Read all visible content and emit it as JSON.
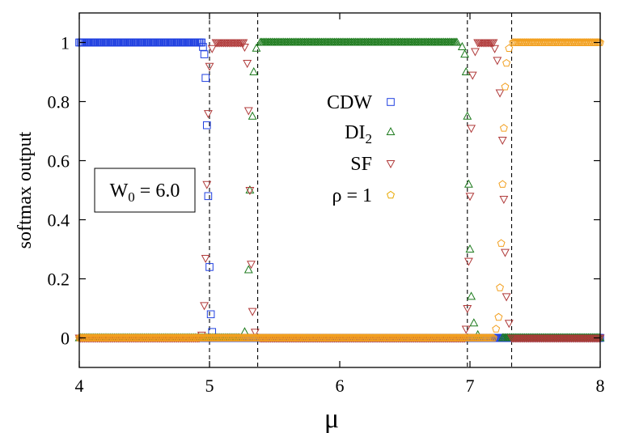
{
  "chart_data": {
    "type": "scatter",
    "xlabel": "μ",
    "ylabel": "softmax output",
    "xlim": [
      4,
      8
    ],
    "ylim": [
      -0.1,
      1.1
    ],
    "xticks": [
      "4",
      "5",
      "6",
      "7",
      "8"
    ],
    "yticks": [
      "0",
      "0.2",
      "0.4",
      "0.6",
      "0.8",
      "1"
    ],
    "grid": false,
    "legend_placement": "center",
    "annotation": {
      "base": "W",
      "sub": "0",
      "rest": " = 6.0"
    },
    "vlines": [
      5.0,
      5.37,
      6.98,
      7.32
    ],
    "series": [
      {
        "name": "CDW",
        "name_main": "CDW",
        "name_sub": "",
        "marker": "square",
        "color": "#1f3fe0",
        "legend_color": "#1f3fe0",
        "plateaus": [
          [
            4.0,
            4.94,
            1.0
          ],
          [
            4.94,
            8.0,
            0.0
          ]
        ],
        "points": [
          [
            4.95,
            0.985
          ],
          [
            4.96,
            0.96
          ],
          [
            4.97,
            0.88
          ],
          [
            4.98,
            0.72
          ],
          [
            4.99,
            0.48
          ],
          [
            5.0,
            0.24
          ],
          [
            5.01,
            0.08
          ],
          [
            5.02,
            0.02
          ]
        ]
      },
      {
        "name": "DI2",
        "name_main": "DI",
        "name_sub": "2",
        "marker": "triangle",
        "color": "#1c7a1c",
        "legend_color": "#1c7a1c",
        "plateaus": [
          [
            4.0,
            5.23,
            0.0
          ],
          [
            5.39,
            6.9,
            1.0
          ],
          [
            7.25,
            8.0,
            0.0
          ]
        ],
        "points": [
          [
            5.27,
            0.02
          ],
          [
            5.3,
            0.23
          ],
          [
            5.31,
            0.5
          ],
          [
            5.33,
            0.75
          ],
          [
            5.34,
            0.9
          ],
          [
            5.36,
            0.98
          ],
          [
            6.94,
            0.985
          ],
          [
            6.96,
            0.96
          ],
          [
            6.97,
            0.9
          ],
          [
            6.98,
            0.75
          ],
          [
            6.99,
            0.52
          ],
          [
            7.0,
            0.3
          ],
          [
            7.01,
            0.14
          ],
          [
            7.03,
            0.05
          ],
          [
            7.06,
            0.01
          ]
        ]
      },
      {
        "name": "SF",
        "name_main": "SF",
        "name_sub": "",
        "marker": "triangle-down",
        "color": "#b03a3a",
        "legend_color": "#b03a3a",
        "plateaus": [
          [
            4.0,
            4.92,
            0.0
          ],
          [
            5.05,
            5.26,
            1.0
          ],
          [
            5.39,
            6.96,
            0.0
          ],
          [
            7.06,
            7.18,
            1.0
          ],
          [
            7.32,
            8.0,
            0.0
          ]
        ],
        "points": [
          [
            4.94,
            0.01
          ],
          [
            4.96,
            0.11
          ],
          [
            4.97,
            0.27
          ],
          [
            4.98,
            0.52
          ],
          [
            4.99,
            0.76
          ],
          [
            5.0,
            0.92
          ],
          [
            5.02,
            0.98
          ],
          [
            5.27,
            0.985
          ],
          [
            5.29,
            0.93
          ],
          [
            5.3,
            0.77
          ],
          [
            5.31,
            0.5
          ],
          [
            5.32,
            0.25
          ],
          [
            5.33,
            0.09
          ],
          [
            5.35,
            0.02
          ],
          [
            6.97,
            0.03
          ],
          [
            6.98,
            0.1
          ],
          [
            6.99,
            0.26
          ],
          [
            7.0,
            0.48
          ],
          [
            7.01,
            0.71
          ],
          [
            7.02,
            0.89
          ],
          [
            7.04,
            0.97
          ],
          [
            7.19,
            0.98
          ],
          [
            7.21,
            0.94
          ],
          [
            7.23,
            0.83
          ],
          [
            7.25,
            0.67
          ],
          [
            7.26,
            0.47
          ],
          [
            7.27,
            0.29
          ],
          [
            7.28,
            0.14
          ],
          [
            7.3,
            0.05
          ]
        ]
      },
      {
        "name": "ρ = 1",
        "name_main": "ρ = 1",
        "name_sub": "",
        "marker": "pentagon",
        "color": "#f2a020",
        "legend_color": "#e8a800",
        "plateaus": [
          [
            4.0,
            7.18,
            0.0
          ],
          [
            7.33,
            8.0,
            1.0
          ]
        ],
        "points": [
          [
            7.2,
            0.03
          ],
          [
            7.22,
            0.07
          ],
          [
            7.23,
            0.17
          ],
          [
            7.24,
            0.32
          ],
          [
            7.25,
            0.52
          ],
          [
            7.26,
            0.71
          ],
          [
            7.27,
            0.85
          ],
          [
            7.28,
            0.93
          ],
          [
            7.3,
            0.98
          ]
        ]
      }
    ]
  }
}
